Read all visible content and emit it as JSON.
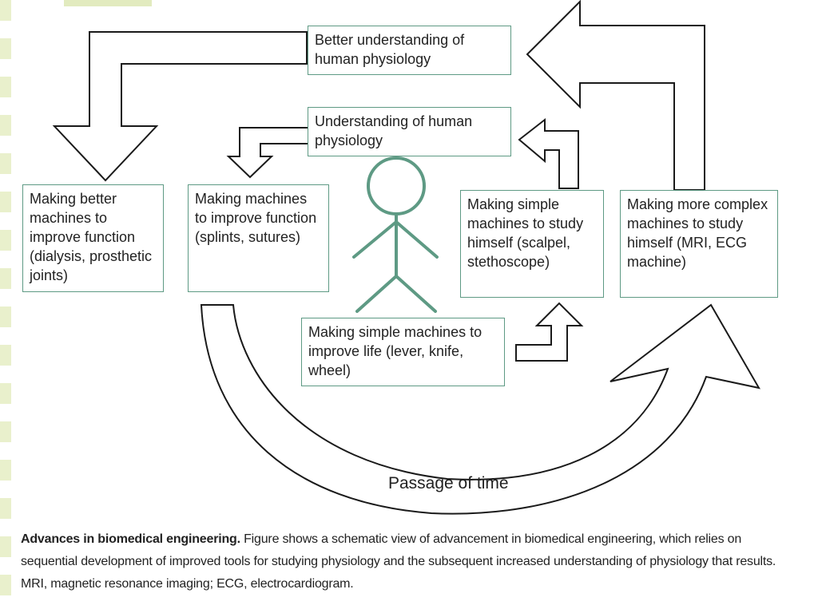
{
  "boxes": {
    "better_understanding": "Better understanding of human physiology",
    "understanding": "Understanding of human physiology",
    "better_machines": "Making better machines to improve function (dialysis, prosthetic joints)",
    "machines_function": "Making machines to improve function (splints, sutures)",
    "simple_study": "Making simple machines to study himself (scalpel, stethoscope)",
    "complex_study": "Making more complex machines to study himself (MRI, ECG machine)",
    "simple_life": "Making simple machines to improve life (lever, knife, wheel)"
  },
  "time_label": "Passage of time",
  "caption": {
    "title": "Advances in biomedical engineering.",
    "text": "Figure shows a schematic view of advancement in biomedical engineering, which relies on sequential development of improved tools for studying physiology and the subsequent increased understanding of physiology that results. MRI, magnetic resonance imaging; ECG, electrocardiogram."
  },
  "colors": {
    "box_border": "#5e9a84",
    "stick_figure": "#5e9a84",
    "arrow_stroke": "#1a1a1a",
    "side_band": "#e9f0cc"
  }
}
